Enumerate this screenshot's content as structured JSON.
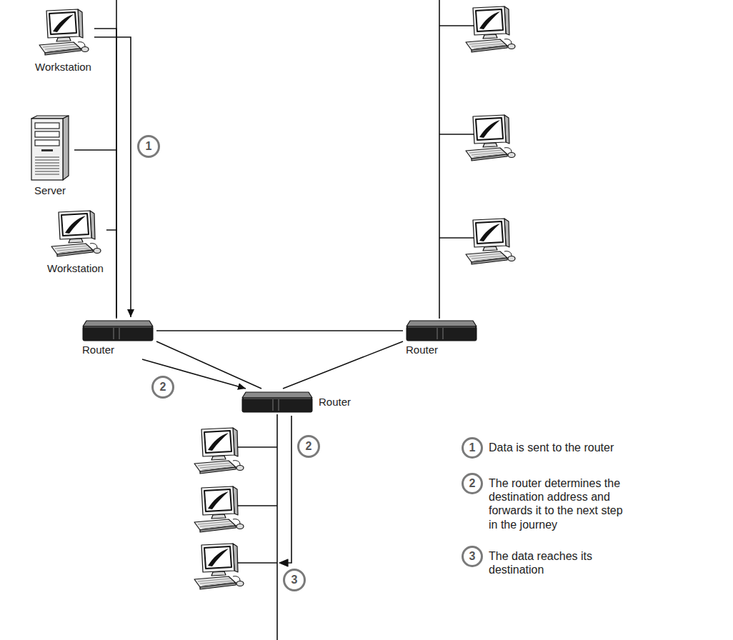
{
  "diagram": {
    "nodes": [
      {
        "text": [
          "Workstation"
        ]
      },
      {
        "text": [
          "Server"
        ]
      },
      {
        "text": [
          "Workstation"
        ]
      },
      {
        "text": [
          "Router"
        ]
      },
      {
        "text": [
          "Router"
        ]
      },
      {
        "text": [
          "Router"
        ]
      }
    ],
    "edges": [
      {
        "from": 0,
        "to": 3,
        "arrow": "none"
      },
      {
        "from": 1,
        "to": 3,
        "arrow": "none"
      },
      {
        "from": 2,
        "to": 3,
        "arrow": "none"
      },
      {
        "from": 0,
        "to": 3,
        "arrow": "to"
      },
      {
        "from": 3,
        "to": 4,
        "arrow": "none"
      },
      {
        "from": 3,
        "to": 5,
        "arrow": "none"
      },
      {
        "from": 4,
        "to": 5,
        "arrow": "none"
      },
      {
        "from": 3,
        "to": 5,
        "arrow": "to"
      }
    ],
    "labels": [
      "1",
      "2",
      "2",
      "3",
      "1",
      "2",
      "3"
    ],
    "legend": [
      {
        "text": "Data is sent to the router"
      },
      {
        "text": "The router determines the destination address and forwards it to the next step in the journey"
      },
      {
        "text": "The data reaches its destination"
      }
    ]
  }
}
